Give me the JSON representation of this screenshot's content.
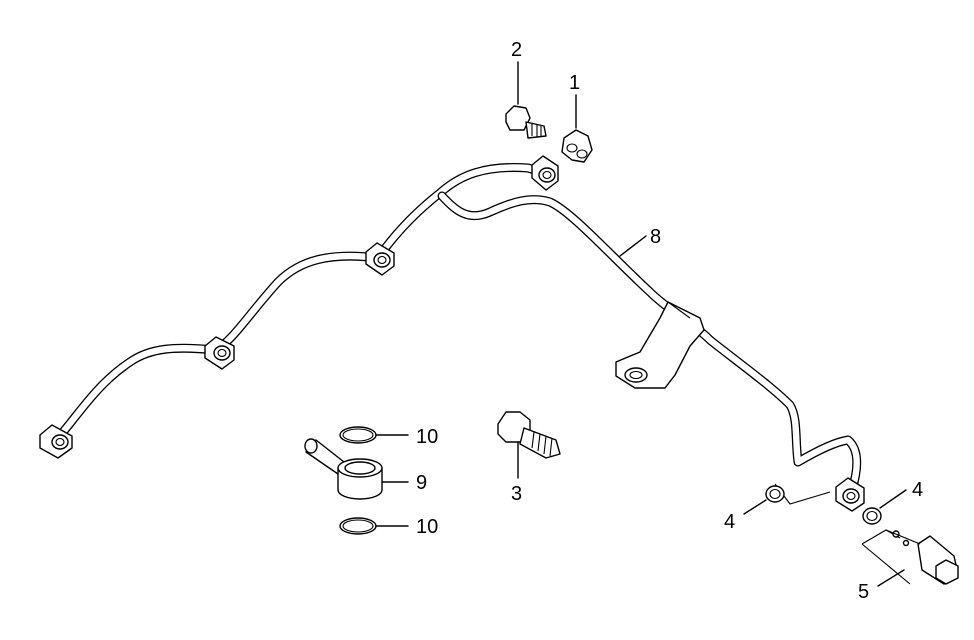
{
  "callouts": [
    {
      "id": "c1",
      "text": "1"
    },
    {
      "id": "c2",
      "text": "2"
    },
    {
      "id": "c3",
      "text": "3"
    },
    {
      "id": "c4a",
      "text": "4"
    },
    {
      "id": "c4b",
      "text": "4"
    },
    {
      "id": "c5",
      "text": "5"
    },
    {
      "id": "c8",
      "text": "8"
    },
    {
      "id": "c9",
      "text": "9"
    },
    {
      "id": "c10a",
      "text": "10"
    },
    {
      "id": "c10b",
      "text": "10"
    }
  ]
}
